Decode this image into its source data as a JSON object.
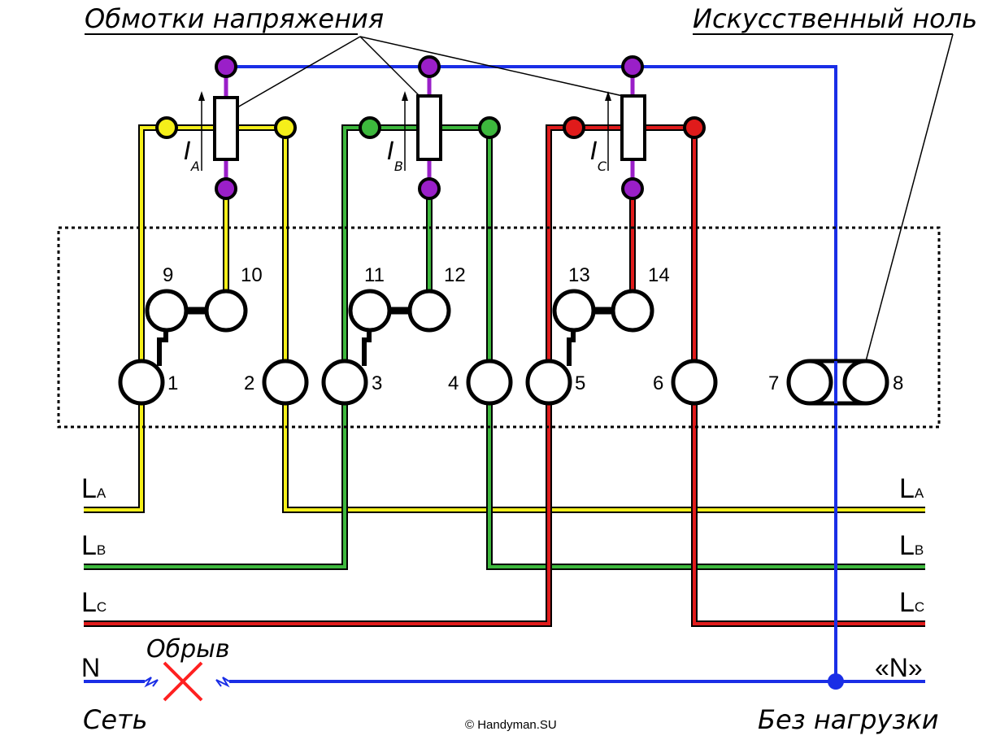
{
  "labels": {
    "windings_title": "Обмотки напряжения",
    "artificial_zero": "Искусственный ноль",
    "break_label": "Обрыв",
    "network": "Сеть",
    "no_load": "Без нагрузки",
    "copyright": "© Handyman.SU",
    "neutral_right": "«N»"
  },
  "currents": [
    {
      "base": "I",
      "sub": "A"
    },
    {
      "base": "I",
      "sub": "B"
    },
    {
      "base": "I",
      "sub": "C"
    }
  ],
  "terminals_bottom": [
    "1",
    "2",
    "3",
    "4",
    "5",
    "6",
    "7",
    "8"
  ],
  "terminals_top": [
    "9",
    "10",
    "11",
    "12",
    "13",
    "14"
  ],
  "lines_left": [
    {
      "base": "L",
      "sub": "A"
    },
    {
      "base": "L",
      "sub": "B"
    },
    {
      "base": "L",
      "sub": "C"
    },
    {
      "base": "N",
      "sub": ""
    }
  ],
  "lines_right": [
    {
      "base": "L",
      "sub": "A"
    },
    {
      "base": "L",
      "sub": "B"
    },
    {
      "base": "L",
      "sub": "C"
    }
  ],
  "colors": {
    "phase_a": "#f5ef1a",
    "phase_b": "#3db83d",
    "phase_c": "#e01b1b",
    "neutral": "#1a2ee6",
    "winding": "#9a1fc8",
    "break_mark": "#ff2020"
  }
}
